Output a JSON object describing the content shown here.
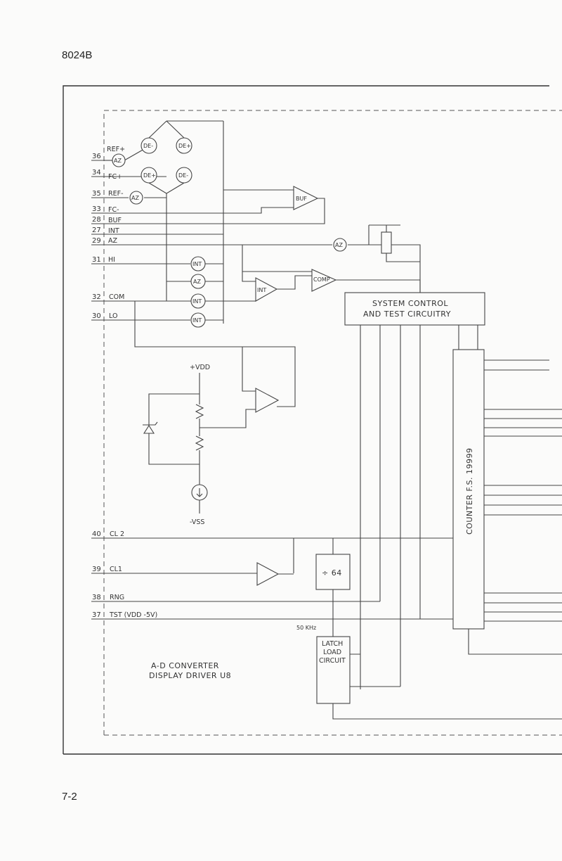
{
  "page": {
    "header": "8024B",
    "footer": "7-2"
  },
  "diagram": {
    "title_line1": "A-D CONVERTER",
    "title_line2": "DISPLAY DRIVER U8",
    "pins": [
      {
        "num": "36",
        "label": "REF+"
      },
      {
        "num": "34",
        "label": "FC+"
      },
      {
        "num": "35",
        "label": "REF-"
      },
      {
        "num": "33",
        "label": "FC-"
      },
      {
        "num": "28",
        "label": "BUF"
      },
      {
        "num": "27",
        "label": "INT"
      },
      {
        "num": "29",
        "label": "AZ"
      },
      {
        "num": "31",
        "label": "HI"
      },
      {
        "num": "32",
        "label": "COM"
      },
      {
        "num": "30",
        "label": "LO"
      },
      {
        "num": "40",
        "label": "CL 2"
      },
      {
        "num": "39",
        "label": "CL1"
      },
      {
        "num": "38",
        "label": "RNG"
      },
      {
        "num": "37",
        "label": "TST (VDD -5V)"
      }
    ],
    "switches": {
      "de_minus": "DE-",
      "de_plus": "DE+",
      "az": "AZ",
      "int": "INT"
    },
    "amplifiers": {
      "buf": "BUF",
      "int": "INT",
      "comp": "COMP"
    },
    "system_control_line1": "SYSTEM CONTROL",
    "system_control_line2": "AND TEST CIRCUITRY",
    "counter": "COUNTER F.S. 19999",
    "divider": "÷ 64",
    "freq": "50 KHz",
    "latch_line1": "LATCH",
    "latch_line2": "LOAD",
    "latch_line3": "CIRCUIT",
    "vdd": "+VDD",
    "vss": "-VSS"
  }
}
